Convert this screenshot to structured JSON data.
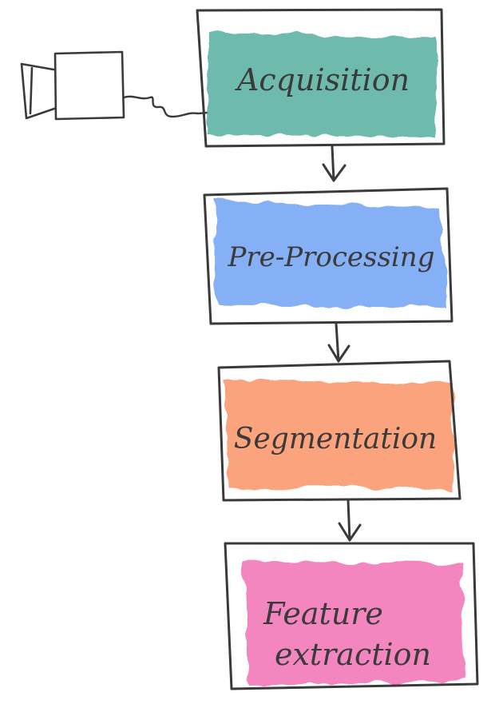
{
  "stages": [
    {
      "id": "acquisition",
      "label_lines": [
        "Acquisition"
      ],
      "color": "#5fb3a5"
    },
    {
      "id": "preprocessing",
      "label_lines": [
        "Pre-Processing"
      ],
      "color": "#7aa8f5"
    },
    {
      "id": "segmentation",
      "label_lines": [
        "Segmentation"
      ],
      "color": "#fb9a70"
    },
    {
      "id": "feature-extraction",
      "label_lines": [
        "Feature",
        "extraction"
      ],
      "color": "#f27ab8"
    }
  ],
  "colors": {
    "stroke": "#3a3a3a",
    "text": "#3a3a3a",
    "background": "#ffffff"
  },
  "icons": {
    "source": "video-camera-icon",
    "connector": "cable-icon"
  }
}
